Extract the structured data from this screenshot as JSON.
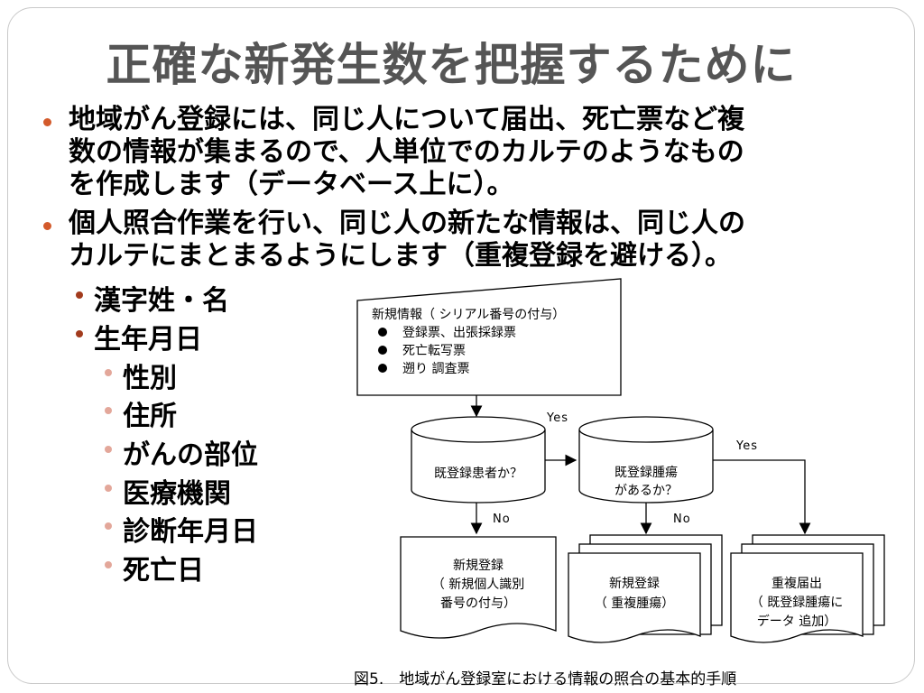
{
  "slide": {
    "title": "正確な新発生数を把握するために",
    "bullet1_lines": [
      "地域がん登録には、同じ人について届出、死亡票など複",
      "数の情報が集まるので、人単位でのカルテのようなもの",
      "を作成します（データベース上に）。"
    ],
    "bullet2_lines": [
      "個人照合作業を行い、同じ人の新たな情報は、同じ人の",
      "カルテにまとまるようにします（重複登録を避ける）。"
    ],
    "sub_items": [
      "漢字姓・名",
      "生年月日"
    ],
    "subsub_items": [
      "性別",
      "住所",
      "がんの部位",
      "医療機関",
      "診断年月日",
      "死亡日"
    ]
  },
  "colors": {
    "bullet": "#d35a2b",
    "sub_bullet": "#a23b1d",
    "subsub_bullet": "#e3a79a",
    "title": "#555555"
  },
  "flowchart": {
    "input": {
      "heading": "新規情報（ シリアル番号の付与）",
      "items": [
        "登録票、出張採録票",
        "死亡転写票",
        "遡り 調査票"
      ]
    },
    "decision1": "既登録患者か？",
    "decision2_line1": "既登録腫瘍",
    "decision2_line2": "があるか？",
    "yes1": "Yes",
    "yes2": "Yes",
    "no1": "No",
    "no2": "No",
    "out1_lines": [
      "新規登録",
      "（ 新規個人識別",
      "番号の付与）"
    ],
    "out2_lines": [
      "新規登録",
      "（ 重複腫瘍）"
    ],
    "out3_lines": [
      "重複届出",
      "（ 既登録腫瘍に",
      "データ 追加）"
    ]
  },
  "caption": "図5.　地域がん登録室における情報の照合の基本的手順"
}
